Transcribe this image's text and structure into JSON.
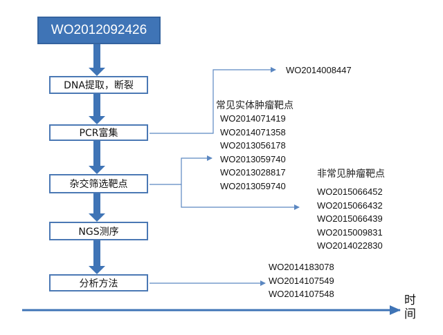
{
  "top_box": "WO2012092426",
  "steps": [
    "DNA提取，断裂",
    "PCR富集",
    "杂交筛选靶点",
    "NGS测序",
    "分析方法"
  ],
  "pcr_patent": "WO2014008447",
  "common_targets": {
    "heading": "常见实体肿瘤靶点",
    "items": [
      "WO2014071419",
      "WO2014071358",
      "WO2013056178",
      "WO2013059740",
      "WO2013028817",
      "WO2013059740"
    ]
  },
  "uncommon_targets": {
    "heading": "非常见肿瘤靶点",
    "items": [
      "WO2015066452",
      "WO2015066432",
      "WO2015066439",
      "WO2015009831",
      "WO2014022830"
    ]
  },
  "analysis_patents": [
    "WO2014183078",
    "WO2014107549",
    "WO2014107548"
  ],
  "time_label": [
    "时",
    "间"
  ],
  "colors": {
    "box_fill": "#3f74b6",
    "box_border": "#4a78b4",
    "arrow": "#4a78b4",
    "connector": "#5b87c1"
  }
}
